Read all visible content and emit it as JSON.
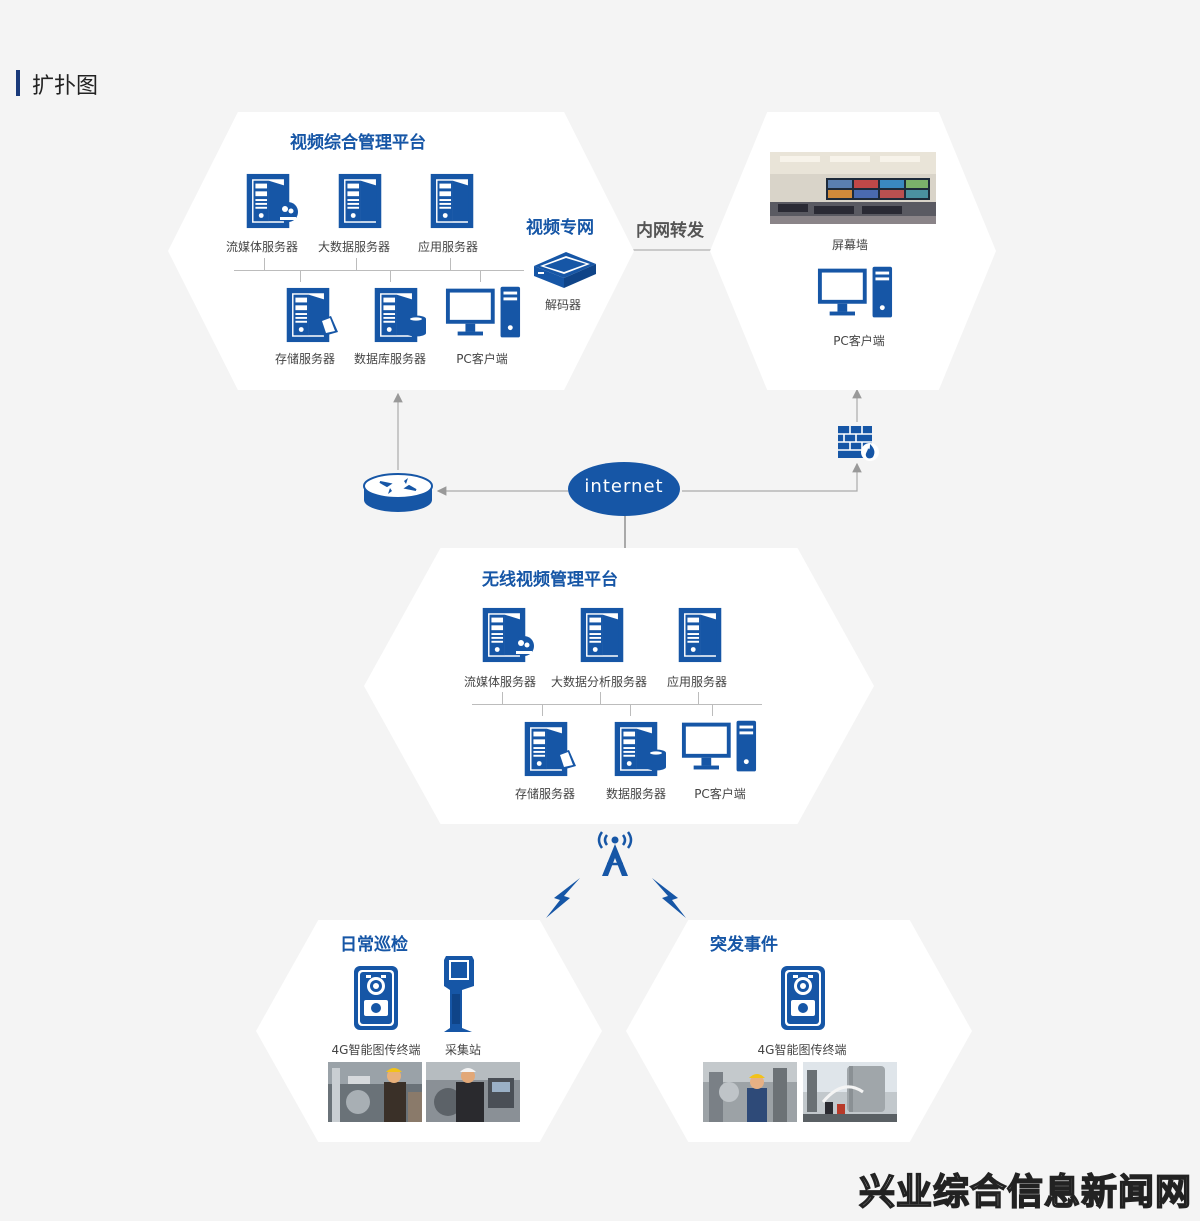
{
  "header": {
    "title": "扩扑图"
  },
  "top_platform": {
    "title": "视频综合管理平台",
    "servers_row1": [
      "流媒体服务器",
      "大数据服务器",
      "应用服务器"
    ],
    "servers_row2": [
      "存储服务器",
      "数据库服务器",
      "PC客户端"
    ]
  },
  "dedicated_net": {
    "title": "视频专网",
    "decoder_label": "解码器"
  },
  "intranet_label": "内网转发",
  "display_side": {
    "screen_wall_label": "屏幕墙",
    "pc_label": "PC客户端"
  },
  "internet_label": "internet",
  "wireless_platform": {
    "title": "无线视频管理平台",
    "servers_row1": [
      "流媒体服务器",
      "大数据分析服务器",
      "应用服务器"
    ],
    "servers_row2": [
      "存储服务器",
      "数据服务器",
      "PC客户端"
    ]
  },
  "daily_patrol": {
    "title": "日常巡检",
    "device1_label": "4G智能图传终端",
    "device2_label": "采集站"
  },
  "emergency": {
    "title": "突发事件",
    "device_label": "4G智能图传终端"
  },
  "watermark": "兴业综合信息新闻网",
  "colors": {
    "primary": "#1656a6",
    "header_bar": "#1a3a7a",
    "line": "#bcbcbc",
    "background": "#f4f4f4"
  }
}
